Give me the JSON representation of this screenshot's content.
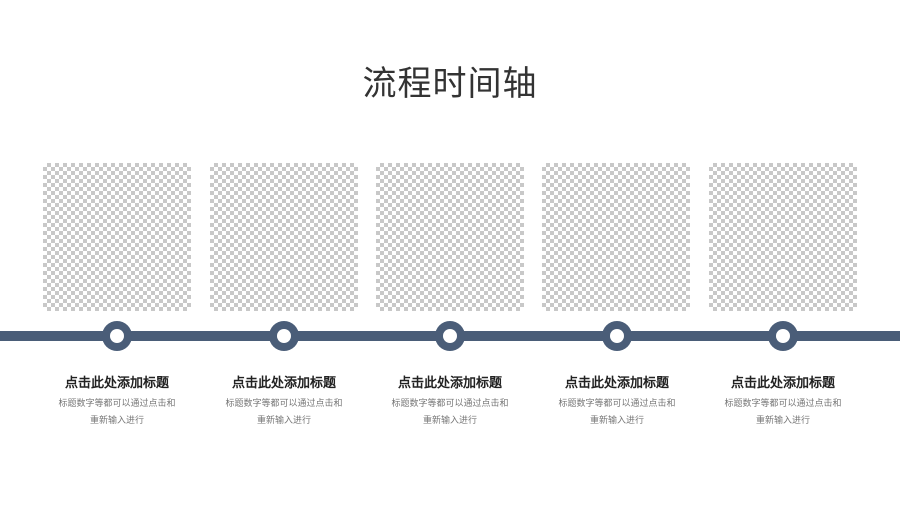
{
  "slide": {
    "title": "流程时间轴",
    "accent_color": "#4a5d78"
  },
  "steps": [
    {
      "title": "点击此处添加标题",
      "desc_line1": "标题数字等都可以通过点击和",
      "desc_line2": "重新输入进行",
      "image": "image-placeholder"
    },
    {
      "title": "点击此处添加标题",
      "desc_line1": "标题数字等都可以通过点击和",
      "desc_line2": "重新输入进行",
      "image": "image-placeholder"
    },
    {
      "title": "点击此处添加标题",
      "desc_line1": "标题数字等都可以通过点击和",
      "desc_line2": "重新输入进行",
      "image": "image-placeholder"
    },
    {
      "title": "点击此处添加标题",
      "desc_line1": "标题数字等都可以通过点击和",
      "desc_line2": "重新输入进行",
      "image": "image-placeholder"
    },
    {
      "title": "点击此处添加标题",
      "desc_line1": "标题数字等都可以通过点击和",
      "desc_line2": "重新输入进行",
      "image": "image-placeholder"
    }
  ]
}
